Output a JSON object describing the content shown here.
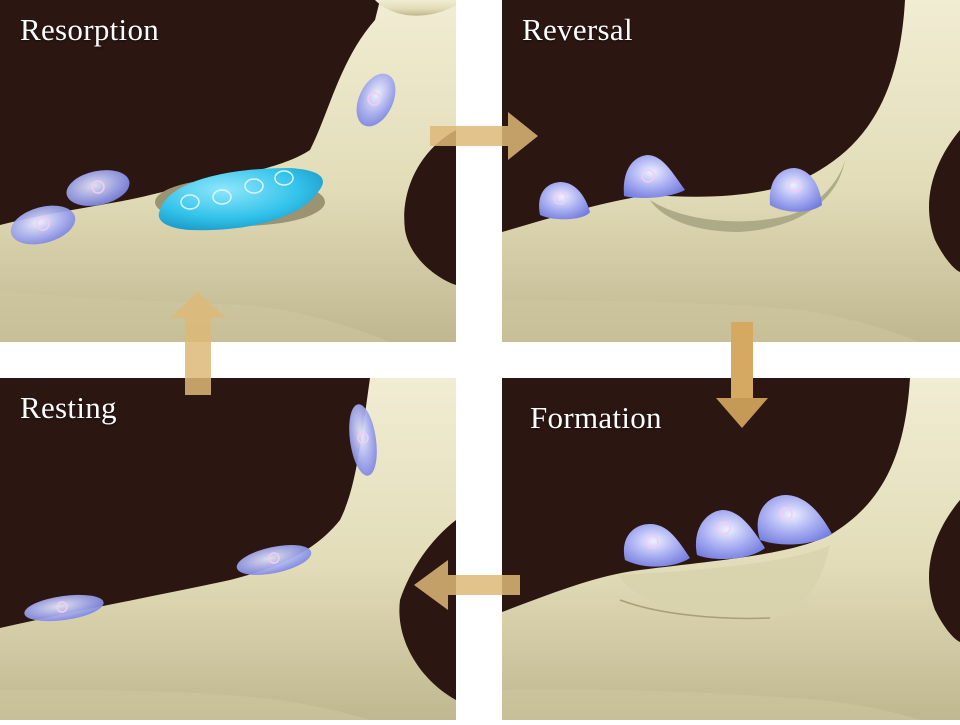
{
  "labels": {
    "resorption": "Resorption",
    "reversal": "Reversal",
    "resting": "Resting",
    "formation": "Formation"
  },
  "colors": {
    "background": "#ffffff",
    "panel_bg": "#2b1612",
    "bone": "#e7e2c2",
    "bone_shadow": "#bdb58f",
    "osteoclast": "#33c3ea",
    "osteoblast": "#8f98ec",
    "lining_cell": "#a9aef0",
    "arrow": "#ddb978"
  },
  "cycle_order": [
    "resorption",
    "reversal",
    "formation",
    "resting"
  ]
}
